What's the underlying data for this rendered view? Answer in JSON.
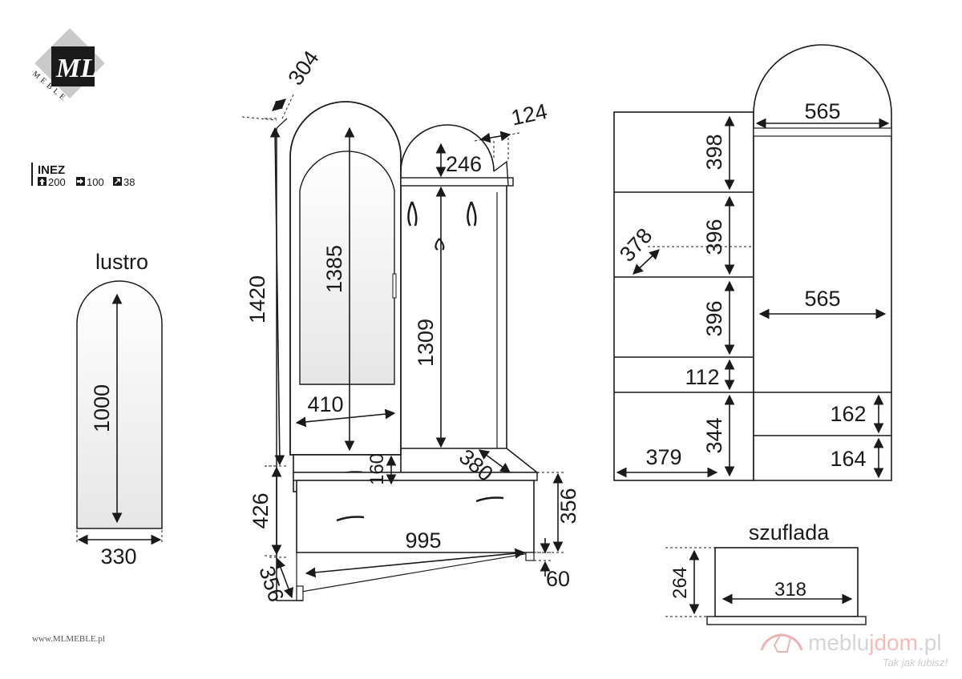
{
  "brand": {
    "logo_text": "ML",
    "logo_subtext": "MEBLE",
    "website": "www.MLMEBLE.pl"
  },
  "product": {
    "name": "INEZ",
    "height": "200",
    "width": "100",
    "depth": "38"
  },
  "mirror": {
    "label": "lustro",
    "height": "1000",
    "width": "330"
  },
  "front_view": {
    "depth_top": "304",
    "shelf_depth": "124",
    "arch_height": "246",
    "total_height": "1420",
    "mirror_door_height": "1385",
    "inner_height": "1309",
    "door_width": "410",
    "drawer_height": "160",
    "bench_depth": "380",
    "bench_height": "426",
    "bench_front_height": "356",
    "bench_width": "995",
    "side_depth": "356",
    "plinth_height": "60"
  },
  "section_view": {
    "top_height": "398",
    "upper_width": "565",
    "shelf_height_1": "396",
    "shelf_depth": "378",
    "inner_width": "565",
    "shelf_height_2": "396",
    "gap_height": "112",
    "lower_height": "344",
    "lower_width": "379",
    "drawer_front_1": "162",
    "drawer_front_2": "164"
  },
  "drawer": {
    "label": "szuflada",
    "height": "264",
    "width": "318"
  },
  "watermark": {
    "brand_part1": "meblu",
    "brand_part2": "jdom",
    "brand_part3": ".pl",
    "tagline": "Tak jak lubisz!"
  }
}
